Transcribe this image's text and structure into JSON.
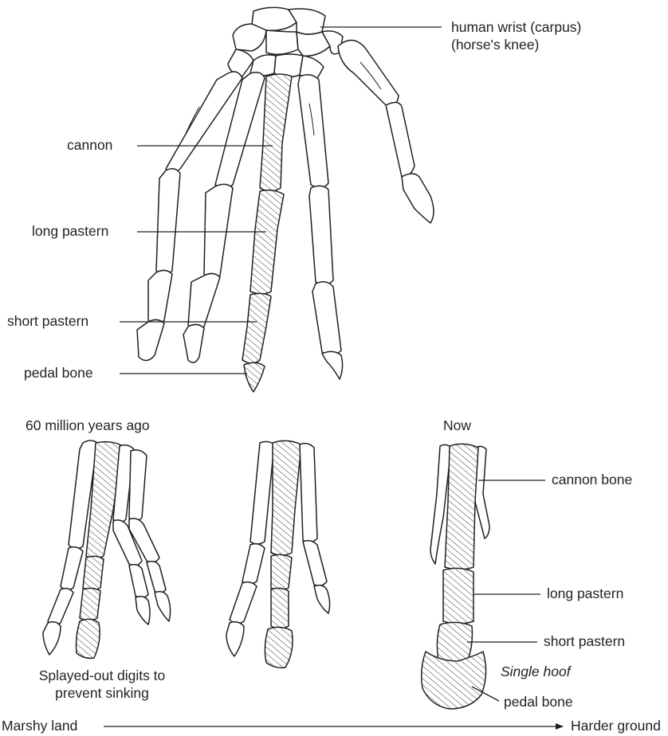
{
  "labels": {
    "wrist_line1": "human wrist (carpus)",
    "wrist_line2": "(horse's knee)",
    "cannon": "cannon",
    "long_pastern": "long pastern",
    "short_pastern": "short pastern",
    "pedal_bone": "pedal bone",
    "stage_past": "60 million years ago",
    "stage_now": "Now",
    "now_cannon": "cannon bone",
    "now_long_pastern": "long pastern",
    "now_short_pastern": "short pastern",
    "single_hoof": "Single hoof",
    "now_pedal_bone": "pedal bone",
    "splayed_line1": "Splayed-out digits to",
    "splayed_line2": "prevent sinking",
    "start_terrain": "Marshy land",
    "end_terrain": "Harder ground"
  }
}
